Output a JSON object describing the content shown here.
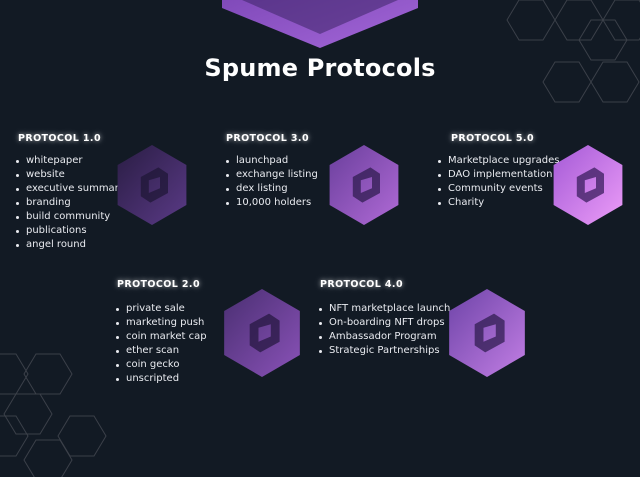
{
  "title": "Spume Protocols",
  "colors": {
    "background": "#121a24",
    "hex_outline": "#3b4049",
    "accent_light": "#d98af0",
    "accent_dark": "#3a2352"
  },
  "protocols": [
    {
      "title": "PROTOCOL 1.0",
      "icon": "spume-logo-hex-icon",
      "items": [
        "whitepaper",
        "website",
        "executive summary",
        "branding",
        "build community",
        "publications",
        "angel round"
      ]
    },
    {
      "title": "PROTOCOL 2.0",
      "icon": "spume-logo-hex-icon",
      "items": [
        "private sale",
        "marketing push",
        "coin market cap",
        "ether scan",
        "coin gecko",
        "unscripted"
      ]
    },
    {
      "title": "PROTOCOL 3.0",
      "icon": "spume-logo-hex-icon",
      "items": [
        "launchpad",
        "exchange listing",
        "dex listing",
        "10,000 holders"
      ]
    },
    {
      "title": "PROTOCOL 4.0",
      "icon": "spume-logo-hex-icon",
      "items": [
        "NFT marketplace launch",
        "On-boarding NFT drops",
        "Ambassador Program",
        "Strategic Partnerships"
      ]
    },
    {
      "title": "PROTOCOL 5.0",
      "icon": "spume-logo-hex-icon",
      "items": [
        "Marketplace upgrades",
        "DAO implementation",
        "Community events",
        "Charity"
      ]
    }
  ]
}
